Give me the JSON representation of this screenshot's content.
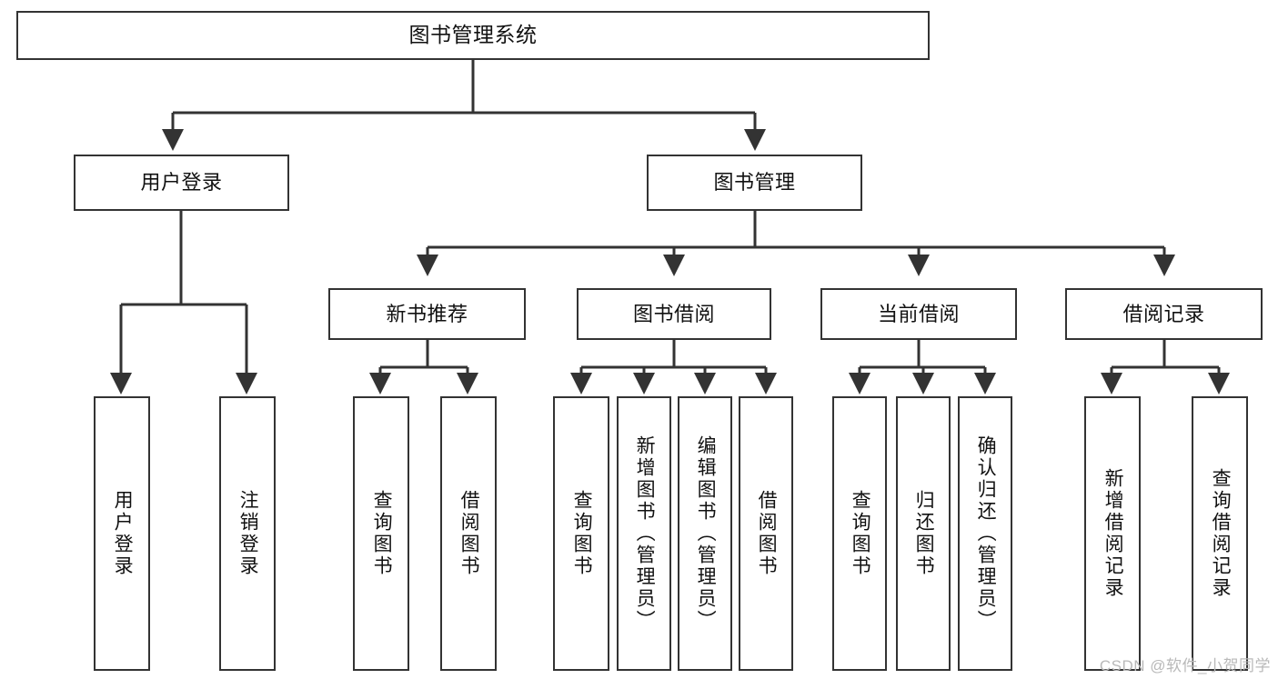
{
  "diagram": {
    "title": "图书管理系统",
    "watermark": "CSDN @软件_小贺同学",
    "line_color": "#333333",
    "box_fill": "#ffffff",
    "text_color": "#111111",
    "watermark_color": "#b9b9b9"
  },
  "nodes": {
    "root": {
      "label": "图书管理系统"
    },
    "level2": [
      {
        "label": "用户登录"
      },
      {
        "label": "图书管理"
      }
    ],
    "level3": [
      {
        "label": "新书推荐"
      },
      {
        "label": "图书借阅"
      },
      {
        "label": "当前借阅"
      },
      {
        "label": "借阅记录"
      }
    ],
    "leaves": {
      "user_login": [
        {
          "label": "用户登录"
        },
        {
          "label": "注销登录"
        }
      ],
      "new_books": [
        {
          "label": "查询图书"
        },
        {
          "label": "借阅图书"
        }
      ],
      "borrow_books": [
        {
          "label": "查询图书"
        },
        {
          "label": "新增图书（管理员）"
        },
        {
          "label": "编辑图书（管理员）"
        },
        {
          "label": "借阅图书"
        }
      ],
      "current_borrow": [
        {
          "label": "查询图书"
        },
        {
          "label": "归还图书"
        },
        {
          "label": "确认归还（管理员）"
        }
      ],
      "borrow_records": [
        {
          "label": "新增借阅记录"
        },
        {
          "label": "查询借阅记录"
        }
      ]
    }
  }
}
